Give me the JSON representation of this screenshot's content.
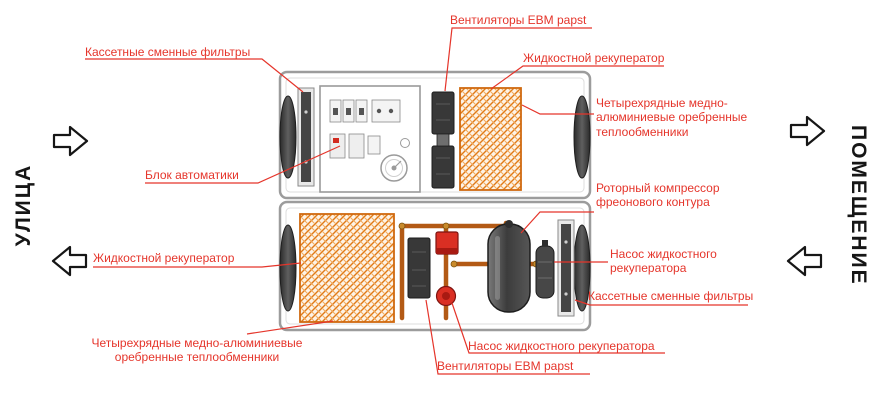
{
  "sides": {
    "left": "УЛИЦА",
    "right": "ПОМЕЩЕНИЕ"
  },
  "labels": {
    "cassette_filters_top": "Кассетные сменные фильтры",
    "fans_top": "Вентиляторы EBM papst",
    "liquid_recuperator_top": "Жидкостной рекуператор",
    "heat_exchangers_right": "Четырехрядные медно-алюминиевые оребренные теплообменники",
    "automation_block": "Блок автоматики",
    "rotary_compressor": "Роторный компрессор фреонового контура",
    "recuperator_pump_right": "Насос жидкостного рекуператора",
    "cassette_filters_bottom": "Кассетные сменные фильтры",
    "liquid_recuperator_bottom": "Жидкостной рекуператор",
    "heat_exchangers_bottom": "Четырехрядные медно-алюминиевые оребренные теплообменники",
    "recuperator_pump_bottom": "Насос жидкостного рекуператора",
    "fans_bottom": "Вентиляторы EBM papst"
  },
  "icons": {
    "airflow_arrow_right": "block-arrow-right",
    "airflow_arrow_left": "block-arrow-left"
  },
  "colors": {
    "label_red": "#e5352b",
    "coil_orange": "#e07a18",
    "copper_pipe": "#b35a15",
    "pump_red": "#da2f23",
    "cabinet_gray": "#9c9c9c",
    "dark_component": "#3c3c3c",
    "text_black": "#161616"
  }
}
